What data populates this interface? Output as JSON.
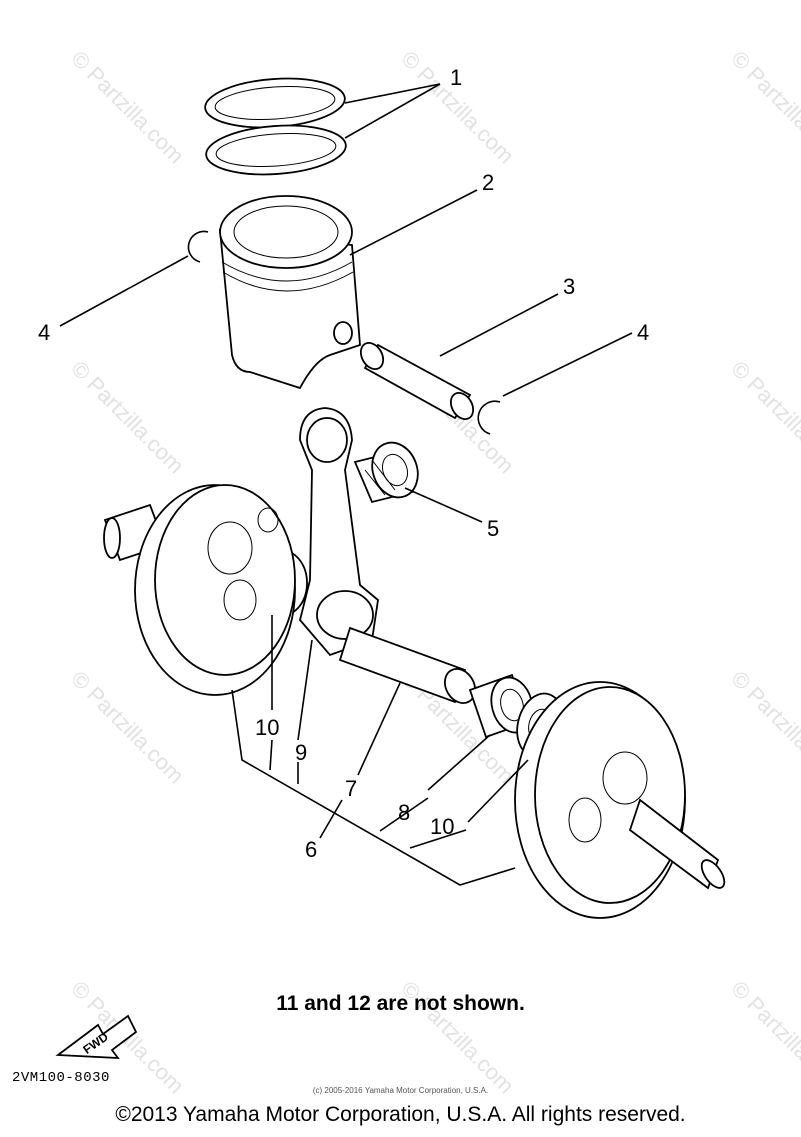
{
  "watermark": {
    "text": "© Partzilla.com",
    "color": "#e2e2e2"
  },
  "callouts": [
    {
      "key": "c1",
      "label": "1"
    },
    {
      "key": "c2",
      "label": "2"
    },
    {
      "key": "c3",
      "label": "3"
    },
    {
      "key": "c4a",
      "label": "4"
    },
    {
      "key": "c4b",
      "label": "4"
    },
    {
      "key": "c5",
      "label": "5"
    },
    {
      "key": "c6",
      "label": "6"
    },
    {
      "key": "c7",
      "label": "7"
    },
    {
      "key": "c8",
      "label": "8"
    },
    {
      "key": "c9",
      "label": "9"
    },
    {
      "key": "c10a",
      "label": "10"
    },
    {
      "key": "c10b",
      "label": "10"
    }
  ],
  "fwd_label": "FWD",
  "note": "11 and 12 are not shown.",
  "diagram_code": "2VM100-8030",
  "source_line": "(c) 2005-2016 Yamaha Motor Corporation, U.S.A.",
  "copyright": "©2013 Yamaha Motor Corporation, U.S.A. All rights reserved."
}
